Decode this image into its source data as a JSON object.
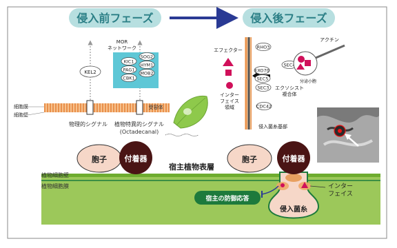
{
  "phases": {
    "pre": "侵入前フェーズ",
    "post": "侵入後フェーズ"
  },
  "membrane_labels": {
    "cell_membrane": "細胞膜",
    "cell_wall": "細胞壁",
    "receptor": "受容体"
  },
  "pre_invasion": {
    "kel2": "KEL2",
    "mor_title_line1": "MOR",
    "mor_title_line2": "ネットワーク",
    "mor_proteins": [
      "SOG2",
      "KIC1",
      "HYM1",
      "PAG1",
      "MOB2",
      "CBK1"
    ],
    "physical_signal": "物理的シグナル",
    "plant_signal_line1": "植物特異的シグナル",
    "plant_signal_line2": "(Octadecanal)"
  },
  "post_invasion": {
    "effector": "エフェクター",
    "interface_line1": "インター",
    "interface_line2": "フェイス",
    "interface_line3": "領域",
    "exocyst_proteins": [
      "RHO3",
      "EXO70",
      "SEC5",
      "SEC3",
      "CDC42",
      "SEC4"
    ],
    "actin": "アクチン",
    "secretory_vesicle": "分泌小胞",
    "exocyst_line1": "エクソシスト",
    "exocyst_line2": "複合体",
    "hypha_base": "侵入菌糸基部"
  },
  "infection": {
    "spore": "胞子",
    "appressorium": "付着器",
    "plant_surface": "宿主植物表層",
    "plant_cell_wall": "植物細胞壁",
    "plant_cell_membrane": "植物細胞膜",
    "defense": "宿主の防御応答",
    "interface_line1": "インター",
    "interface_line2": "フェイス",
    "invasive_hypha": "侵入菌糸"
  },
  "colors": {
    "phase_pill": "#b7dfe0",
    "phase_text": "#2b7f86",
    "arrow": "#2a3a94",
    "mor_box": "#5ec7d6",
    "membrane": "#f0a869",
    "spore_fill": "#f6d7c8",
    "appressorium_fill": "#4a1414",
    "leaf_green": "#8ec94b",
    "defense_green": "#1d7a3c",
    "magenta": "#d0105a"
  }
}
